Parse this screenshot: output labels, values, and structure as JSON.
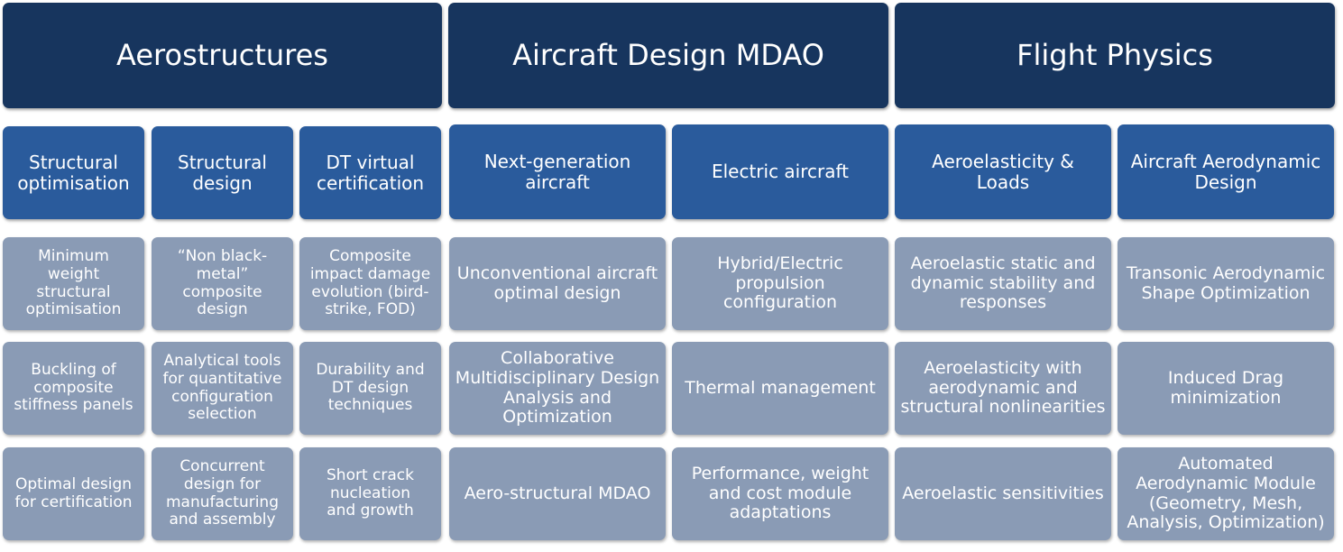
{
  "headers": {
    "aerostructures": "Aerostructures",
    "mdao": "Aircraft Design MDAO",
    "flight_physics": "Flight Physics"
  },
  "subheaders": {
    "structural_optimisation": "Structural optimisation",
    "structural_design": "Structural design",
    "dt_virtual_certification": "DT virtual certification",
    "next_generation_aircraft": "Next-generation aircraft",
    "electric_aircraft": "Electric aircraft",
    "aeroelasticity_loads": "Aeroelasticity & Loads",
    "aircraft_aerodynamic_design": "Aircraft Aerodynamic Design"
  },
  "items": {
    "structural_optimisation": [
      "Minimum weight structural optimisation",
      "Buckling of composite stiffness panels",
      "Optimal design for certification"
    ],
    "structural_design": [
      "“Non black-metal” composite design",
      "Analytical tools for quantitative configuration selection",
      "Concurrent design for manufacturing and assembly"
    ],
    "dt_virtual_certification": [
      "Composite impact damage evolution (bird-strike, FOD)",
      "Durability and DT design techniques",
      "Short crack nucleation and growth"
    ],
    "next_generation_aircraft": [
      "Unconventional aircraft optimal design",
      "Collaborative Multidisciplinary Design Analysis and Optimization",
      "Aero-structural MDAO"
    ],
    "electric_aircraft": [
      "Hybrid/Electric propulsion configuration",
      "Thermal management",
      "Performance, weight and cost module adaptations"
    ],
    "aeroelasticity_loads": [
      "Aeroelastic static and dynamic stability and responses",
      "Aeroelasticity with aerodynamic and structural nonlinearities",
      "Aeroelastic sensitivities"
    ],
    "aircraft_aerodynamic_design": [
      "Transonic Aerodynamic Shape Optimization",
      "Induced Drag minimization",
      "Automated Aerodynamic Module (Geometry, Mesh, Analysis, Optimization)"
    ]
  }
}
